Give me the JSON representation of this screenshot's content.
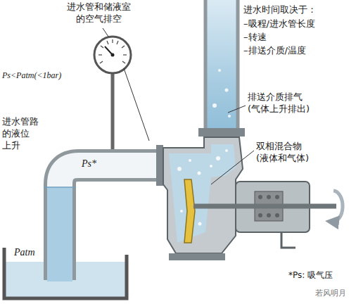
{
  "diagram": {
    "labels": [
      "进水管和储液室 的空气排空",
      "Ps<Patm(<1bar)",
      "进水管路 的液位 上升",
      "Ps*",
      "Patm",
      "进水时间取决于：",
      "–吸程/进水管长度",
      "–转速",
      "–排送介质/温度",
      "排送介质排气 (气体上升排出)",
      "双相混合物 (液体和气体)",
      "*Ps: 吸气压",
      "若风明月"
    ]
  }
}
